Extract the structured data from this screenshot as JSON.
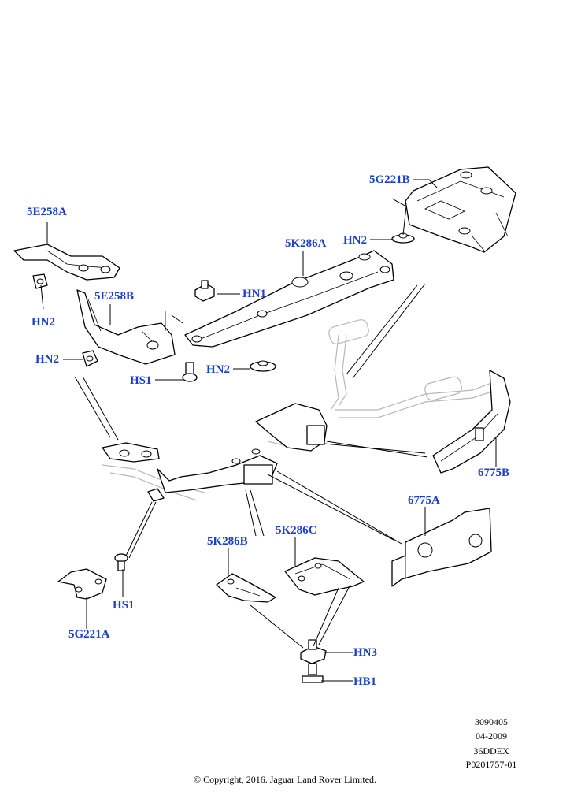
{
  "accent_color": "#1a3fd0",
  "callouts": {
    "c_5G221B": "5G221B",
    "c_HN2_top": "HN2",
    "c_5E258A": "5E258A",
    "c_5K286A": "5K286A",
    "c_HN2_left": "HN2",
    "c_5E258B": "5E258B",
    "c_HN1": "HN1",
    "c_HN2_mid": "HN2",
    "c_HN2_center": "HN2",
    "c_HS1_top": "HS1",
    "c_6775B": "6775B",
    "c_6775A": "6775A",
    "c_5K286B": "5K286B",
    "c_5K286C": "5K286C",
    "c_HS1_bottom": "HS1",
    "c_5G221A": "5G221A",
    "c_HN3": "HN3",
    "c_HB1": "HB1"
  },
  "meta": {
    "line1": "3090405",
    "line2": "04-2009",
    "line3": "36DDEX",
    "line4": "P0201757-01"
  },
  "copyright": "© Copyright, 2016. Jaguar Land Rover Limited."
}
